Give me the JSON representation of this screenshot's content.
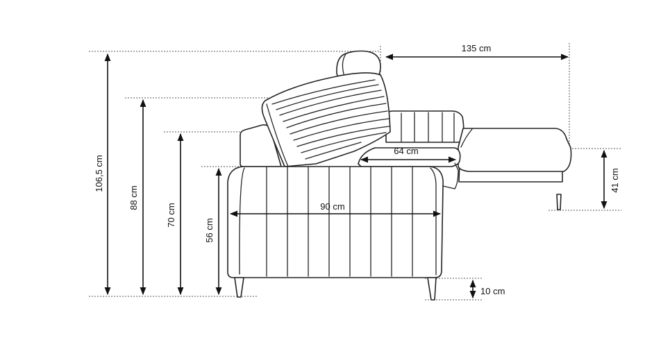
{
  "dimensions": {
    "total_height": "106,5 cm",
    "backrest_height": "88 cm",
    "back_height": "70 cm",
    "armrest_height": "56 cm",
    "chaise_length": "135 cm",
    "seat_depth": "64 cm",
    "sofa_depth": "90 cm",
    "chaise_height": "41 cm",
    "leg_height": "10 cm"
  },
  "colors": {
    "line": "#222222",
    "background": "#ffffff"
  }
}
